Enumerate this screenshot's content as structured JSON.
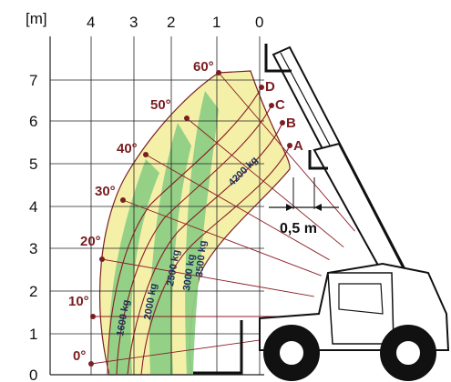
{
  "axes": {
    "unit_label": "[m]",
    "x_ticks": [
      "4",
      "3",
      "2",
      "1",
      "0"
    ],
    "y_ticks": [
      "7",
      "6",
      "5",
      "4",
      "3",
      "2",
      "1",
      "0"
    ]
  },
  "angles": [
    "60°",
    "50°",
    "40°",
    "30°",
    "20°",
    "10°",
    "0°"
  ],
  "positions": [
    "D",
    "C",
    "B",
    "A"
  ],
  "load_zones": [
    "1600 kg",
    "2000 kg",
    "2500 kg",
    "3000 kg",
    "3500 kg",
    "4200 kg"
  ],
  "dimension_label": "0,5 m",
  "colors": {
    "yellow_zone": "#f5f0a8",
    "green_zone": "#8ecf84",
    "arc_line": "#8a1c24",
    "grid": "#222222",
    "label_dark_red": "#7a1e22",
    "label_blue": "#1f2f5c"
  }
}
